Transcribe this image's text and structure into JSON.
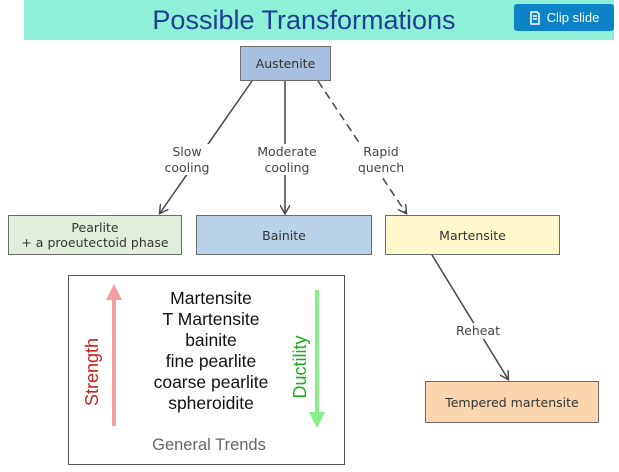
{
  "title": "Possible Transformations",
  "clip_button": {
    "label": "Clip slide",
    "icon": "clip-icon"
  },
  "boxes": {
    "austenite": "Austenite",
    "pearlite_line1": "Pearlite",
    "pearlite_line2": "+ a proeutectoid phase",
    "bainite": "Bainite",
    "martensite": "Martensite",
    "tempered": "Tempered martensite"
  },
  "edges": {
    "slow_line1": "Slow",
    "slow_line2": "cooling",
    "moderate_line1": "Moderate",
    "moderate_line2": "cooling",
    "rapid_line1": "Rapid",
    "rapid_line2": "quench",
    "reheat": "Reheat"
  },
  "trends": {
    "items": [
      "Martensite",
      "T Martensite",
      "bainite",
      "fine pearlite",
      "coarse pearlite",
      "spheroidite"
    ],
    "caption": "General Trends",
    "strength_label": "Strength",
    "ductility_label": "Ductility"
  },
  "colors": {
    "title_bar": "#8ff0d8",
    "title_text": "#1f3f95",
    "clip_button": "#0e82c6",
    "strength_arrow": "#f4a0a0",
    "ductility_arrow": "#88ee88"
  }
}
